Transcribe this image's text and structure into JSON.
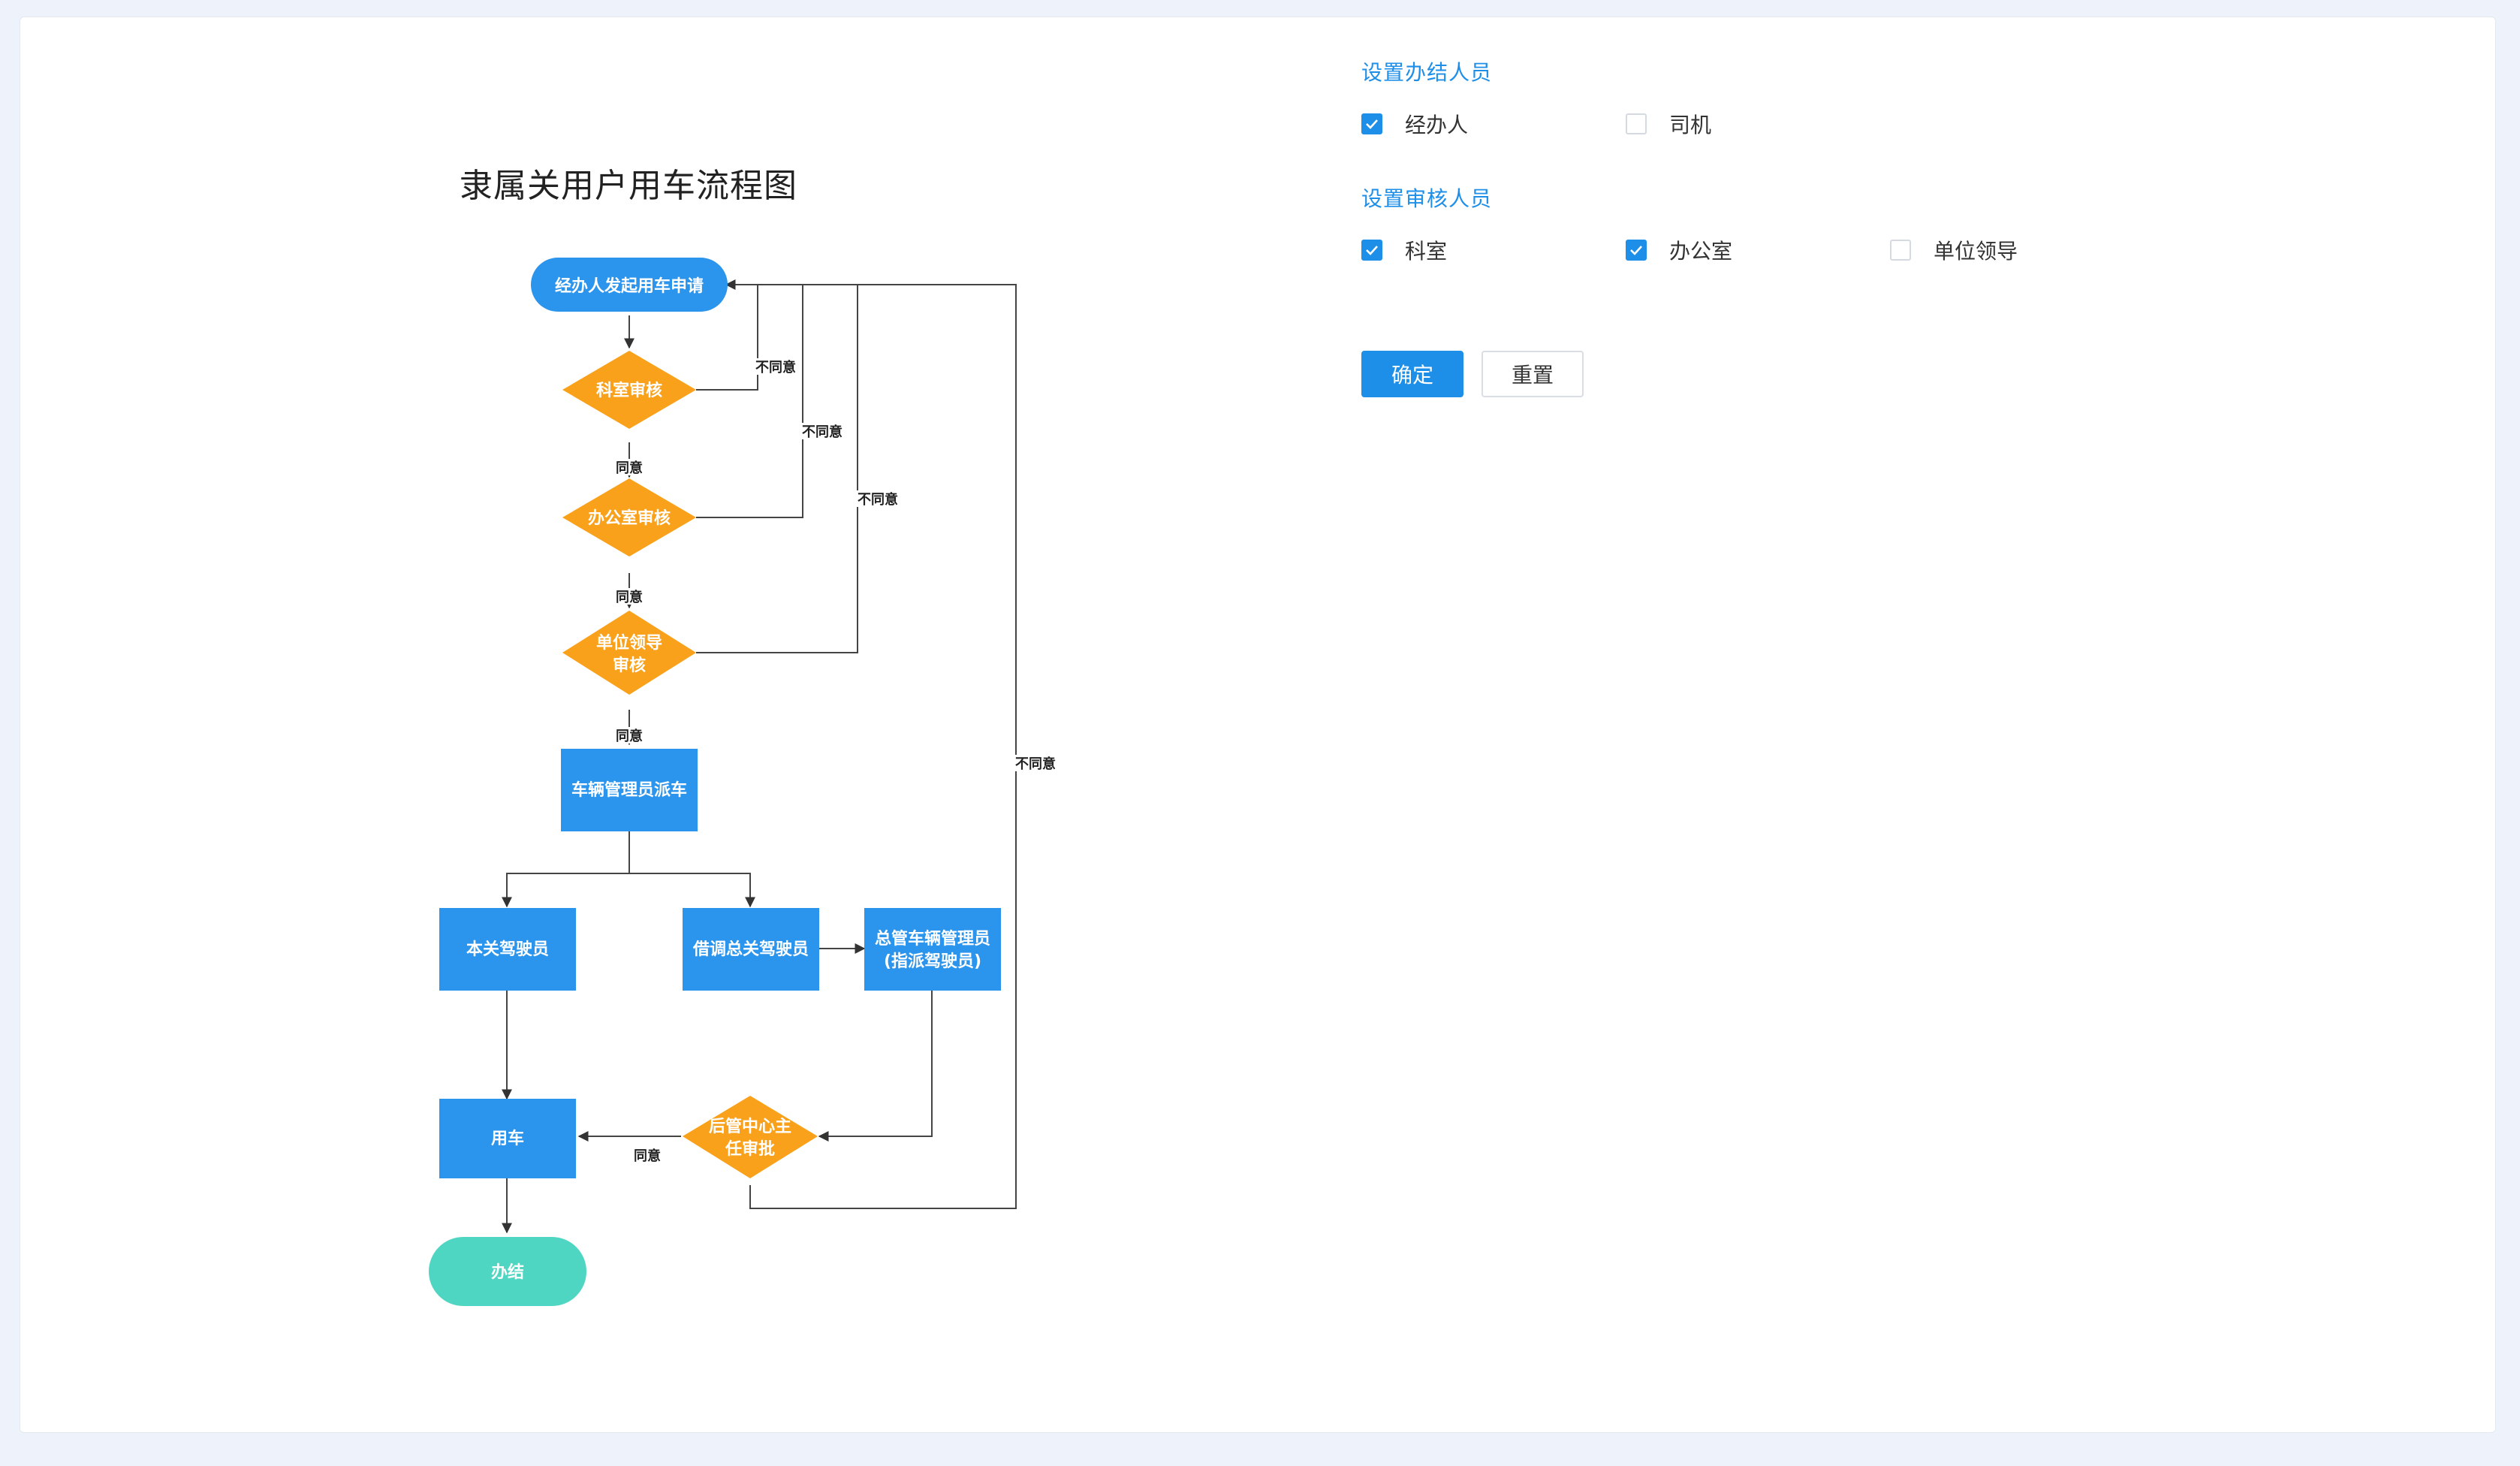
{
  "flowchart": {
    "title": "隶属关用户用车流程图",
    "nodes": {
      "start": "经办人发起用车申请",
      "dept_review": "科室审核",
      "office_review": "办公室审核",
      "leader_review_l1": "单位领导",
      "leader_review_l2": "审核",
      "dispatch": "车辆管理员派车",
      "own_driver": "本关驾驶员",
      "borrow_driver": "借调总关驾驶员",
      "hq_admin_l1": "总管车辆管理员",
      "hq_admin_l2": "(指派驾驶员)",
      "center_approve_l1": "后管中心主",
      "center_approve_l2": "任审批",
      "use_car": "用车",
      "end": "办结"
    },
    "edge_labels": {
      "agree": "同意",
      "disagree": "不同意"
    },
    "colors": {
      "process": "#2b94ec",
      "decision": "#f9a11b",
      "terminal_end": "#4fd6c2"
    }
  },
  "config": {
    "handler_section": {
      "title": "设置办结人员",
      "options": [
        {
          "label": "经办人",
          "checked": true
        },
        {
          "label": "司机",
          "checked": false
        }
      ]
    },
    "reviewer_section": {
      "title": "设置审核人员",
      "options": [
        {
          "label": "科室",
          "checked": true
        },
        {
          "label": "办公室",
          "checked": true
        },
        {
          "label": "单位领导",
          "checked": false
        }
      ]
    },
    "buttons": {
      "confirm": "确定",
      "reset": "重置"
    },
    "accent_color": "#1e8fe8"
  }
}
